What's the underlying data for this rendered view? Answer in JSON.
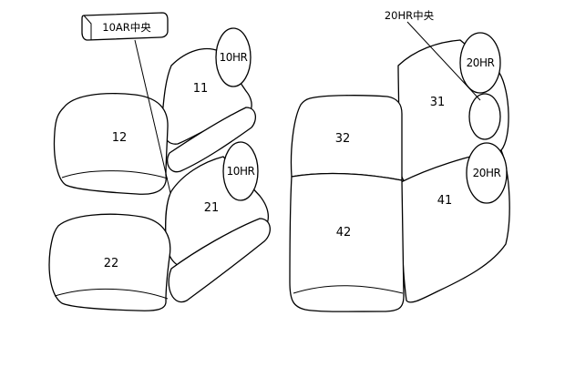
{
  "labels": {
    "left_center_tag": "10AR中央",
    "right_center_tag": "20HR中央"
  },
  "parts": {
    "p11": "11",
    "p12": "12",
    "p21": "21",
    "p22": "22",
    "p31": "31",
    "p32": "32",
    "p41": "41",
    "p42": "42"
  },
  "headrests": {
    "hr_10_top": "10HR",
    "hr_10_lower": "10HR",
    "hr_20_top": "20HR",
    "hr_20_lower": "20HR"
  }
}
